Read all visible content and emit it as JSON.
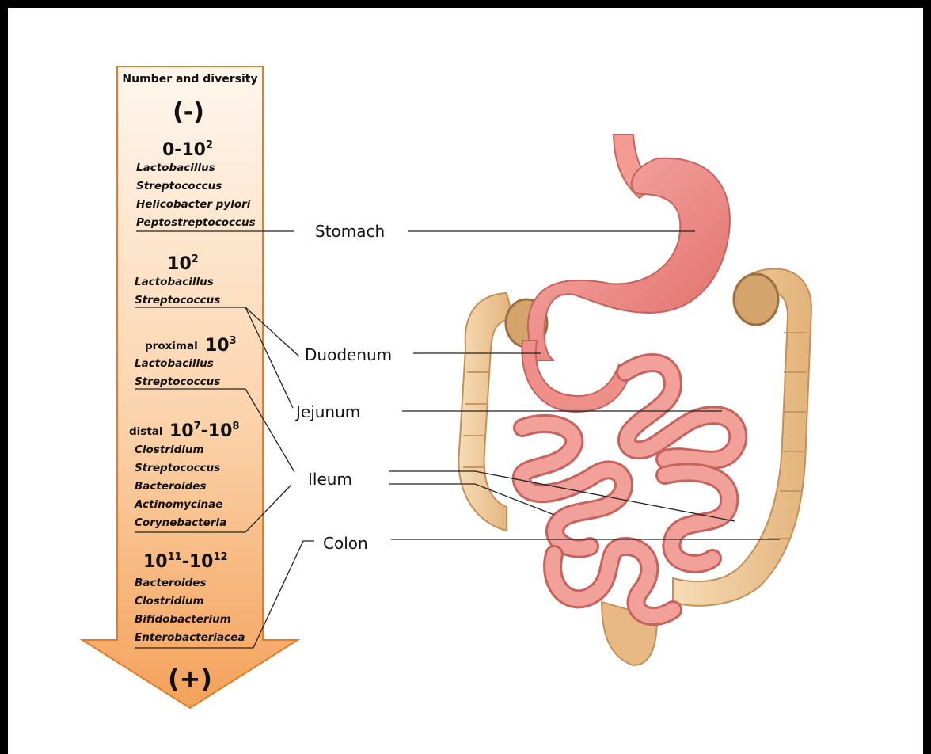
{
  "arrow": {
    "title": "Number and diversity",
    "top_sign": "(-)",
    "bottom_sign": "(+)"
  },
  "sections": [
    {
      "prefix": "",
      "count_base": "0-10",
      "count_exp": "2",
      "count_tail": "",
      "count_exp2": "",
      "bacteria": [
        "Lactobacillus",
        "Streptococcus",
        "Helicobacter pylori",
        "Peptostreptococcus"
      ]
    },
    {
      "prefix": "",
      "count_base": "10",
      "count_exp": "2",
      "count_tail": "",
      "count_exp2": "",
      "bacteria": [
        "Lactobacillus",
        "Streptococcus"
      ]
    },
    {
      "prefix": "proximal",
      "count_base": "10",
      "count_exp": "3",
      "count_tail": "",
      "count_exp2": "",
      "bacteria": [
        "Lactobacillus",
        "Streptococcus"
      ]
    },
    {
      "prefix": "distal",
      "count_base": "10",
      "count_exp": "7",
      "count_tail": "-10",
      "count_exp2": "8",
      "bacteria": [
        "Clostridium",
        "Streptococcus",
        "Bacteroides",
        "Actinomycinae",
        "Corynebacteria"
      ]
    },
    {
      "prefix": "",
      "count_base": "10",
      "count_exp": "11",
      "count_tail": "-10",
      "count_exp2": "12",
      "bacteria": [
        "Bacteroides",
        "Clostridium",
        "Bifidobacterium",
        "Enterobacteriacea"
      ]
    }
  ],
  "organs": {
    "stomach": "Stomach",
    "duodenum": "Duodenum",
    "jejunum": "Jejunum",
    "ileum": "Ileum",
    "colon": "Colon"
  },
  "colors": {
    "arrow_top": "#fff7ee",
    "arrow_bottom": "#f4a25a",
    "arrow_border": "#e07c2c",
    "stomach": "#f08c86",
    "intestine": "#ee8a86",
    "colon": "#f2cf9f"
  }
}
